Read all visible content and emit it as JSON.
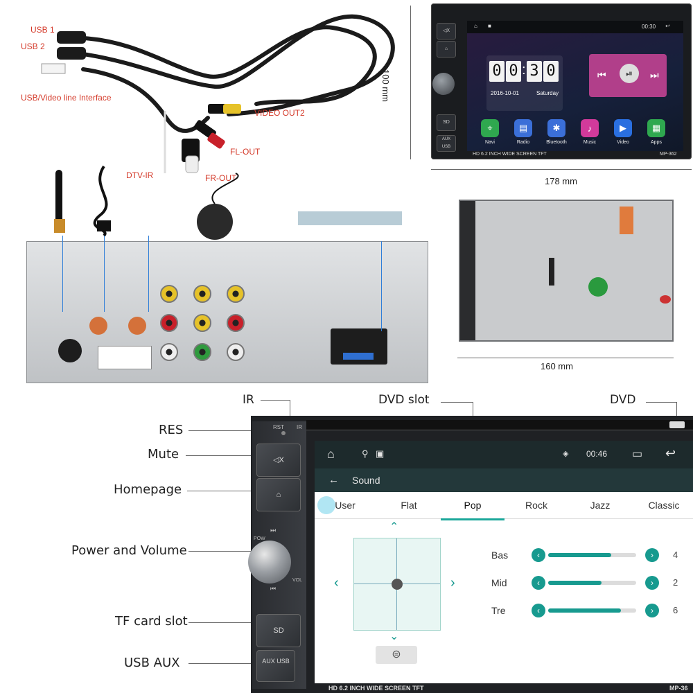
{
  "cable_labels": {
    "usb1": "USB 1",
    "usb2": "USB 2",
    "usb_video": "USB/Video line Interface",
    "video_out2": "VIDEO OUT2",
    "fl_out": "FL-OUT",
    "fr_out": "FR-OUT",
    "dtv_ir": "DTV-IR"
  },
  "dimensions": {
    "height": "100 mm",
    "width": "178 mm",
    "depth": "160 mm"
  },
  "top_unit": {
    "date": "2016-10-01",
    "day": "Saturday",
    "digits": [
      "0",
      "0",
      "3",
      "0"
    ],
    "status_time": "00:30",
    "bottom_text": "HD 6.2 INCH WIDE SCREEN TFT",
    "model": "MP-362",
    "apps": [
      {
        "label": "Navi",
        "color": "#2fa84f",
        "icon": "map-pin-icon",
        "glyph": "⌖"
      },
      {
        "label": "Radio",
        "color": "#3b6fd8",
        "icon": "radio-icon",
        "glyph": "▤"
      },
      {
        "label": "Bluetooth",
        "color": "#3b6fd8",
        "icon": "bluetooth-icon",
        "glyph": "✱"
      },
      {
        "label": "Music",
        "color": "#d23a9b",
        "icon": "music-icon",
        "glyph": "♪"
      },
      {
        "label": "Video",
        "color": "#2a6fe0",
        "icon": "play-icon",
        "glyph": "▶"
      },
      {
        "label": "Apps",
        "color": "#2fa84f",
        "icon": "grid-icon",
        "glyph": "▦"
      }
    ],
    "buttons": {
      "mute": "◁X",
      "home": "⌂",
      "sd": "SD",
      "aux": "AUX USB"
    }
  },
  "front_labels": {
    "ir": "IR",
    "dvd_slot": "DVD slot",
    "dvd": "DVD",
    "res": "RES",
    "mute": "Mute",
    "homepage": "Homepage",
    "power_volume": "Power and Volume",
    "tf_card": "TF card slot",
    "usb_aux": "USB  AUX"
  },
  "front_face": {
    "rst": "RST",
    "ir_small": "IR",
    "mute_btn": "◁X",
    "home_btn": "⌂",
    "pow": "POW",
    "vol": "VOL",
    "sd_btn": "SD",
    "aux_btn": "AUX USB",
    "bottom_text": "HD 6.2 INCH WIDE SCREEN TFT",
    "model": "MP-36"
  },
  "sound_screen": {
    "status_time": "00:46",
    "title": "Sound",
    "tabs": [
      "User",
      "Flat",
      "Pop",
      "Rock",
      "Jazz",
      "Classic"
    ],
    "active_tab": "Pop",
    "sliders": [
      {
        "label": "Bas",
        "value": 4,
        "fill": 0.72
      },
      {
        "label": "Mid",
        "value": 2,
        "fill": 0.61
      },
      {
        "label": "Tre",
        "value": 6,
        "fill": 0.83
      }
    ]
  }
}
